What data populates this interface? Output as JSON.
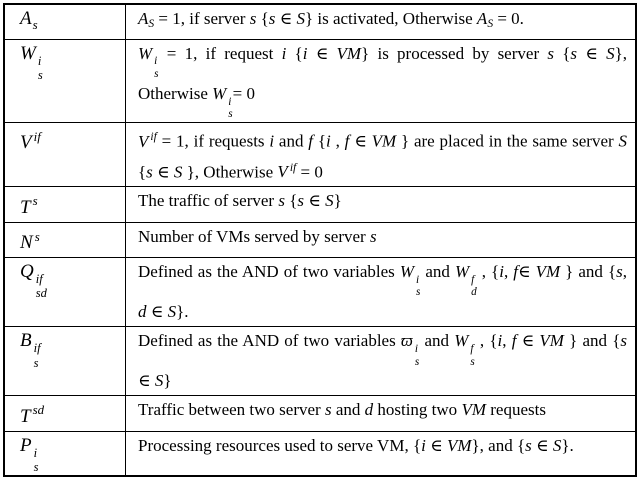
{
  "colors": {
    "background": "#ffffff",
    "text": "#000000",
    "border": "#000000"
  },
  "table": {
    "rows": [
      {
        "symbol": {
          "base": "A",
          "sub": "s"
        },
        "definition": [
          {
            "t": "A",
            "i": true
          },
          {
            "t": "S",
            "sub": true
          },
          {
            "t": " = 1, if server "
          },
          {
            "t": "s",
            "i": true
          },
          {
            "t": " {"
          },
          {
            "t": "s",
            "i": true
          },
          {
            "t": " ∈ "
          },
          {
            "t": "S",
            "i": true
          },
          {
            "t": "} is activated, Otherwise "
          },
          {
            "t": "A",
            "i": true
          },
          {
            "t": "S",
            "sub": true
          },
          {
            "t": " = 0."
          }
        ]
      },
      {
        "symbol": {
          "base": "W",
          "sup": "i",
          "sub": "s"
        },
        "definition": [
          {
            "math": {
              "base": "W",
              "sup": "i",
              "sub": "s"
            }
          },
          {
            "t": " = 1, if request "
          },
          {
            "t": "i",
            "i": true
          },
          {
            "t": " {"
          },
          {
            "t": "i",
            "i": true
          },
          {
            "t": " ∈ "
          },
          {
            "t": "VM",
            "i": true
          },
          {
            "t": "} is processed by server "
          },
          {
            "t": "s",
            "i": true
          },
          {
            "t": " {"
          },
          {
            "t": "s",
            "i": true
          },
          {
            "t": " ∈ "
          },
          {
            "t": "S",
            "i": true
          },
          {
            "t": "}, Otherwise "
          },
          {
            "math": {
              "base": "W",
              "sup": "i",
              "sub": "s"
            }
          },
          {
            "t": "= 0"
          }
        ]
      },
      {
        "symbol": {
          "base": "V",
          "sup": "if"
        },
        "definition": [
          {
            "math": {
              "base": "V",
              "sup": "if"
            }
          },
          {
            "t": " = 1, if requests "
          },
          {
            "t": "i",
            "i": true
          },
          {
            "t": " and "
          },
          {
            "t": "f",
            "i": true
          },
          {
            "t": " {"
          },
          {
            "t": "i",
            "i": true
          },
          {
            "t": " , "
          },
          {
            "t": "f",
            "i": true
          },
          {
            "t": " ∈ "
          },
          {
            "t": "VM",
            "i": true
          },
          {
            "t": " } are placed in the same server "
          },
          {
            "t": "S",
            "i": true
          },
          {
            "t": " {"
          },
          {
            "t": "s",
            "i": true
          },
          {
            "t": " ∈ "
          },
          {
            "t": "S",
            "i": true
          },
          {
            "t": " }, Otherwise  "
          },
          {
            "math": {
              "base": "V",
              "sup": "if"
            }
          },
          {
            "t": "  =  0"
          }
        ]
      },
      {
        "symbol": {
          "base": "T",
          "sup": "s"
        },
        "definition": [
          {
            "t": "The traffic of server "
          },
          {
            "t": "s",
            "i": true
          },
          {
            "t": " {"
          },
          {
            "t": "s",
            "i": true
          },
          {
            "t": " ∈ "
          },
          {
            "t": "S",
            "i": true
          },
          {
            "t": "}"
          }
        ]
      },
      {
        "symbol": {
          "base": "N",
          "sup": "s"
        },
        "definition": [
          {
            "t": "Number of VMs served by server "
          },
          {
            "t": "s",
            "i": true
          }
        ]
      },
      {
        "symbol": {
          "base": "Q",
          "sup": "if",
          "sub": "sd"
        },
        "definition": [
          {
            "t": "Defined as the AND of two variables "
          },
          {
            "math": {
              "base": "W",
              "sup": "i",
              "sub": "s"
            }
          },
          {
            "t": " and "
          },
          {
            "math": {
              "base": "W",
              "sup": "f",
              "sub": "d"
            }
          },
          {
            "t": " , {"
          },
          {
            "t": "i",
            "i": true
          },
          {
            "t": ", "
          },
          {
            "t": "f",
            "i": true
          },
          {
            "t": "∈ "
          },
          {
            "t": "VM",
            "i": true
          },
          {
            "t": " } and {"
          },
          {
            "t": "s",
            "i": true
          },
          {
            "t": ", "
          },
          {
            "t": "d",
            "i": true
          },
          {
            "t": " ∈ "
          },
          {
            "t": "S",
            "i": true
          },
          {
            "t": "}."
          }
        ]
      },
      {
        "symbol": {
          "base": "B",
          "sup": "if",
          "sub": "s"
        },
        "definition": [
          {
            "t": "Defined as the AND of two variables "
          },
          {
            "math": {
              "base": "ϖ",
              "sup": "i",
              "sub": "s"
            }
          },
          {
            "t": "  and "
          },
          {
            "math": {
              "base": "W",
              "sup": "f",
              "sub": "s"
            }
          },
          {
            "t": " , {"
          },
          {
            "t": "i",
            "i": true
          },
          {
            "t": ", "
          },
          {
            "t": "f",
            "i": true
          },
          {
            "t": " ∈ "
          },
          {
            "t": "VM",
            "i": true
          },
          {
            "t": " } and {"
          },
          {
            "t": "s",
            "i": true
          },
          {
            "t": " ∈ "
          },
          {
            "t": "S",
            "i": true
          },
          {
            "t": "}"
          }
        ]
      },
      {
        "symbol": {
          "base": "T",
          "sup": "sd"
        },
        "definition": [
          {
            "t": "Traffic between two server "
          },
          {
            "t": "s",
            "i": true
          },
          {
            "t": " and "
          },
          {
            "t": "d",
            "i": true
          },
          {
            "t": " hosting two "
          },
          {
            "t": "VM",
            "i": true
          },
          {
            "t": " requests"
          }
        ]
      },
      {
        "symbol": {
          "base": "P",
          "sup": "i",
          "sub": "s"
        },
        "definition": [
          {
            "t": "Processing resources used to serve VM, {"
          },
          {
            "t": "i",
            "i": true
          },
          {
            "t": " ∈ "
          },
          {
            "t": "VM",
            "i": true
          },
          {
            "t": "}, and {"
          },
          {
            "t": "s",
            "i": true
          },
          {
            "t": " ∈ "
          },
          {
            "t": "S",
            "i": true
          },
          {
            "t": "}."
          }
        ]
      }
    ]
  }
}
